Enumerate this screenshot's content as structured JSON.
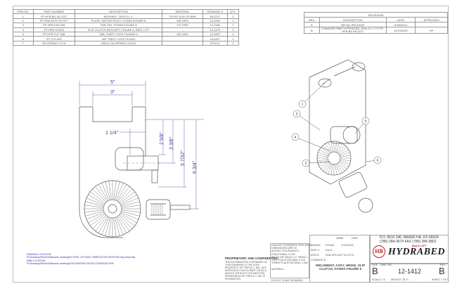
{
  "bom": {
    "headers": [
      "ITEM NO.",
      "PART NUMBER",
      "DESCRIPTION",
      "MATERIAL",
      "DRAWING #",
      "QTY."
    ],
    "rows": [
      [
        "1",
        "FP-HFB-BU-95-2227",
        "BUSHING, 7/8X1/2 L 1\"",
        "7/8 RD 1018 CR BAR",
        "95-2227",
        "2"
      ],
      [
        "2",
        "FP-HFB-MTR PIV PLT",
        "PLATE, MOTOR PIVOT, HYDRA FIGURE 8",
        "3/8\" HRS",
        "12-2492",
        "1"
      ],
      [
        "3",
        "FP-HFB-PIN TAB",
        "TAB, PIN, HYDRA FIGURE 8",
        "1/4\" HRS",
        "12-2482",
        "1"
      ],
      [
        "4",
        "FP-HFB-SCR24",
        "SLIP CLUTCH RATCHET, FIGURE 8, REEL LIFT",
        "-",
        "12-2479",
        "1"
      ],
      [
        "5",
        "FP-HFB-TLP TAB",
        "TAB, TWIST LOCK FLUNGE-2",
        "3/8\" HRS",
        "12-2497",
        "1"
      ],
      [
        "6",
        "FP-TLP-525",
        "5/8\" TWIST LOCK FLUNG",
        "",
        "15/1407",
        "1"
      ],
      [
        "7",
        "HD-SPRING LTCH",
        "WELD ON SPRING LATCH",
        "",
        "STOCK",
        "1"
      ]
    ]
  },
  "revisions": {
    "title": "REVISIONS",
    "headers": [
      "REV.",
      "DESCRIPTION",
      "DATE",
      "APPROVED"
    ],
    "rows": [
      [
        "A",
        "INITIAL RELEASE",
        "6/28/2019",
        ""
      ],
      [
        "B",
        "CHANGED PART # FROM BU-.675x.5 L 1 TO FP-HFB-BU 95-2227",
        "11/19/2022",
        "HP"
      ]
    ]
  },
  "dimensions": {
    "d1": "5\"",
    "d2": "3\"",
    "d3": "1 1/4\"",
    "d4": "2 5/8\"",
    "d5": "3 3/8\"",
    "d6": "5 7/32\"",
    "d7": "6 3/4\""
  },
  "balloons": [
    "1",
    "2",
    "3",
    "4",
    "5",
    "6"
  ],
  "title_block": {
    "unless": "UNLESS OTHERWISE SPECIFIED:",
    "dims_note": "DIMENSIONS ARE IN INCHES TOLERANCES:",
    "fractional": "FRACTIONAL ± 1/16",
    "angular": "ANGULAR: MACH ± 1° BEND ±",
    "two_place": "TWO PLACE DECIMAL ±.010",
    "three_place": "THREE PLACE DECIMAL ±.005",
    "material": "MATERIAL",
    "no_scale": "DO NOT SCALE DRAWING",
    "name_h": "NAME",
    "date_h": "DATE",
    "drawn": "DRAWN",
    "drawn_name": "ETHAN",
    "drawn_date": "11/19/2022",
    "part_l": "PART #",
    "part_v": "Part #",
    "assy_l": "ASSY#",
    "assy_v": "SUB-HFB-SLIP CLUTCH",
    "comments": "COMMENTS:",
    "title": "WELDMENT, ASSY, HINGE, SLIP CLUTCH, HYDRA FIGURE 8",
    "prop_title": "PROPRIETARY AND CONFIDENTIAL",
    "prop_text": "THE INFORMATION CONTAINED IN THIS DRAWING IS THE SOLE PROPERTY OF TRIPLE C INC. ANY REPRODUCTION IN PART OR AS A WHOLE WITHOUT THE WRITTEN PERMISSION OF TRIPLE C INC IS PROHIBITED.",
    "address1": "P.O. BOX 246, BAKER HA, KS 66524",
    "address2": "(785) 284-3674  FAX (785) 284-3801",
    "brand_top": "BALE LIFT",
    "brand": "HYDRABED",
    "logo": "HB",
    "size_l": "SIZE",
    "size": "B",
    "dwg_l": "DWG. NO.",
    "dwg": "12-1412",
    "rev_l": "REV",
    "rev": "B",
    "scale": "SCALE: 1:5",
    "weight": "WEIGHT: 18.71",
    "sheet": "SHEET 1 OF 1"
  },
  "notes": {
    "l1": "DRAWING LOCATION:",
    "l2": "M:\\Drawings\\Ethan\\Solidworks drawings\\02 REEL LIFT\\A001 FABRICATION DRG\\F400 Slip Assembly",
    "l3": "MBM LOCATION:",
    "l4": "M:\\Drawings\\Ethan\\Solidworks drawings\\SOLIDWORKS MODELS\\SUB\\SUB-HFB"
  }
}
